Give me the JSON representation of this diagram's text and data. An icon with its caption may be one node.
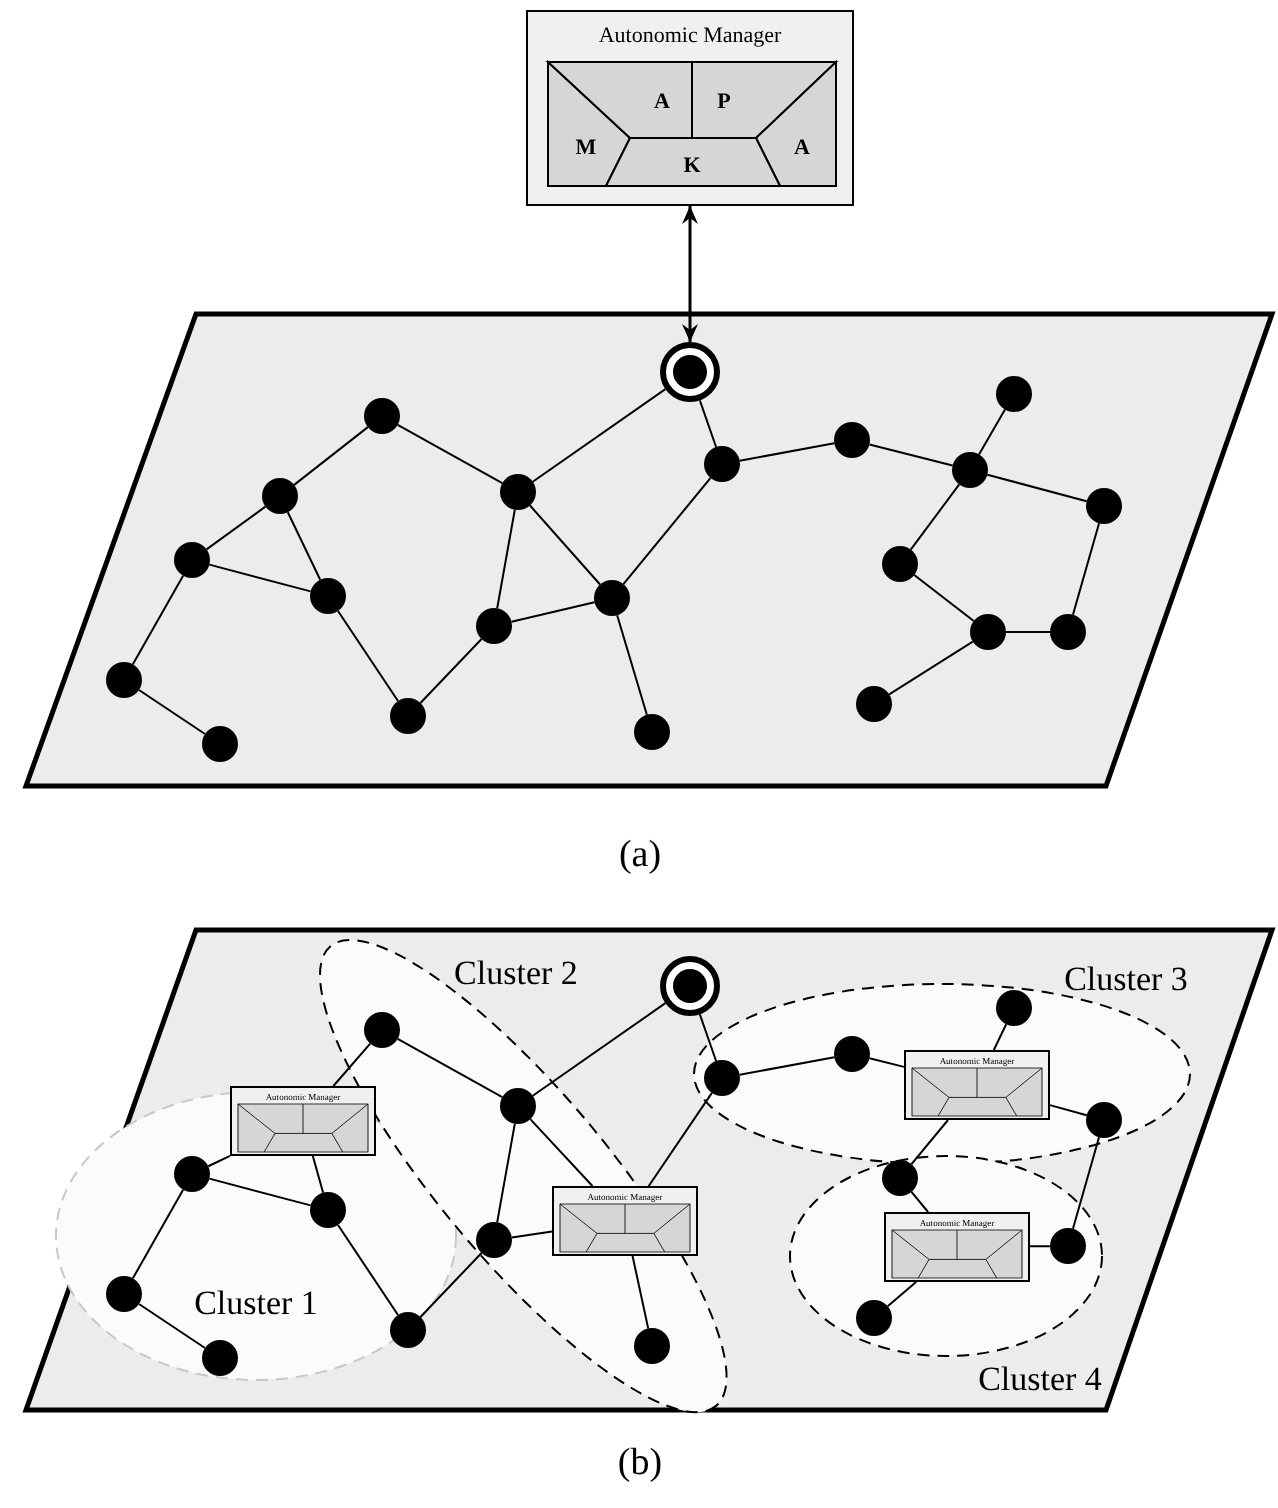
{
  "diagram": {
    "nodes": [
      {
        "text": [
          "Autonomic Manager"
        ]
      },
      {
        "text": [
          "M"
        ],
        "in": 0
      },
      {
        "text": [
          "A"
        ],
        "in": 0
      },
      {
        "text": [
          "P"
        ],
        "in": 0
      },
      {
        "text": [
          "A"
        ],
        "in": 0
      },
      {
        "text": [
          "K"
        ],
        "in": 0
      },
      {
        "text": [],
        "shape": "parallelogram"
      },
      {
        "text": [],
        "shape": "circle",
        "in": 6
      },
      {
        "text": [],
        "shape": "circle",
        "in": 6
      },
      {
        "text": [],
        "shape": "circle",
        "in": 6
      },
      {
        "text": [],
        "shape": "circle",
        "in": 6
      },
      {
        "text": [],
        "shape": "circle",
        "in": 6
      },
      {
        "text": [],
        "shape": "circle",
        "in": 6
      },
      {
        "text": [],
        "shape": "circle",
        "in": 6
      },
      {
        "text": [],
        "shape": "circle",
        "in": 6
      },
      {
        "text": [],
        "shape": "circle",
        "in": 6
      },
      {
        "text": [],
        "shape": "circle",
        "in": 6
      },
      {
        "text": [],
        "shape": "circle",
        "in": 6
      },
      {
        "text": [],
        "shape": "circle",
        "in": 6
      },
      {
        "text": [],
        "shape": "circle",
        "in": 6
      },
      {
        "text": [],
        "shape": "circle",
        "in": 6
      },
      {
        "text": [],
        "shape": "circle",
        "in": 6
      },
      {
        "text": [],
        "shape": "circle",
        "in": 6
      },
      {
        "text": [],
        "shape": "circle",
        "in": 6
      },
      {
        "text": [],
        "shape": "circle",
        "in": 6
      },
      {
        "text": [],
        "shape": "circle",
        "in": 6
      },
      {
        "text": [],
        "shape": "circle",
        "in": 6
      },
      {
        "text": [],
        "shape": "circle",
        "in": 6
      },
      {
        "text": [],
        "shape": "parallelogram"
      },
      {
        "text": [
          "Cluster 1"
        ],
        "in": 28
      },
      {
        "text": [
          "Cluster 2"
        ],
        "in": 28
      },
      {
        "text": [
          "Cluster 3"
        ],
        "in": 28
      },
      {
        "text": [
          "Cluster 4"
        ],
        "in": 28
      },
      {
        "text": [],
        "shape": "circle",
        "in": 28
      },
      {
        "text": [],
        "shape": "circle",
        "in": 30
      },
      {
        "text": [
          "Autonomic Manager"
        ],
        "in": 29
      },
      {
        "text": [],
        "shape": "circle",
        "in": 29
      },
      {
        "text": [],
        "shape": "circle",
        "in": 29
      },
      {
        "text": [],
        "shape": "circle",
        "in": 29
      },
      {
        "text": [],
        "shape": "circle",
        "in": 29
      },
      {
        "text": [],
        "shape": "circle",
        "in": 30
      },
      {
        "text": [],
        "shape": "circle",
        "in": 31
      },
      {
        "text": [],
        "shape": "circle",
        "in": 31
      },
      {
        "text": [
          "Autonomic Manager"
        ],
        "in": 31
      },
      {
        "text": [],
        "shape": "circle",
        "in": 31
      },
      {
        "text": [],
        "shape": "circle",
        "in": 31
      },
      {
        "text": [],
        "shape": "circle",
        "in": 32
      },
      {
        "text": [
          "Autonomic Manager"
        ],
        "in": 32
      },
      {
        "text": [],
        "shape": "circle",
        "in": 32
      },
      {
        "text": [],
        "shape": "circle",
        "in": 32
      },
      {
        "text": [
          "Autonomic Manager"
        ],
        "in": 30
      },
      {
        "text": [],
        "shape": "circle",
        "in": 30
      },
      {
        "text": [],
        "shape": "circle",
        "in": 29
      },
      {
        "text": [],
        "shape": "circle",
        "in": 30
      }
    ],
    "edges": [
      {
        "from": 0,
        "to": 7,
        "arrow": "both"
      },
      {
        "from": 8,
        "to": 9,
        "arrow": "none"
      },
      {
        "from": 8,
        "to": 14,
        "arrow": "none"
      },
      {
        "from": 9,
        "to": 10,
        "arrow": "none"
      },
      {
        "from": 9,
        "to": 11,
        "arrow": "none"
      },
      {
        "from": 10,
        "to": 11,
        "arrow": "none"
      },
      {
        "from": 10,
        "to": 12,
        "arrow": "none"
      },
      {
        "from": 12,
        "to": 13,
        "arrow": "none"
      },
      {
        "from": 11,
        "to": 26,
        "arrow": "none"
      },
      {
        "from": 26,
        "to": 25,
        "arrow": "none"
      },
      {
        "from": 25,
        "to": 14,
        "arrow": "none"
      },
      {
        "from": 14,
        "to": 24,
        "arrow": "none"
      },
      {
        "from": 25,
        "to": 24,
        "arrow": "none"
      },
      {
        "from": 24,
        "to": 27,
        "arrow": "none"
      },
      {
        "from": 14,
        "to": 7,
        "arrow": "none"
      },
      {
        "from": 7,
        "to": 15,
        "arrow": "none"
      },
      {
        "from": 15,
        "to": 24,
        "arrow": "none"
      },
      {
        "from": 15,
        "to": 16,
        "arrow": "none"
      },
      {
        "from": 16,
        "to": 17,
        "arrow": "none"
      },
      {
        "from": 17,
        "to": 18,
        "arrow": "none"
      },
      {
        "from": 17,
        "to": 19,
        "arrow": "none"
      },
      {
        "from": 17,
        "to": 20,
        "arrow": "none"
      },
      {
        "from": 20,
        "to": 21,
        "arrow": "none"
      },
      {
        "from": 21,
        "to": 22,
        "arrow": "none"
      },
      {
        "from": 22,
        "to": 19,
        "arrow": "none"
      },
      {
        "from": 21,
        "to": 23,
        "arrow": "none"
      },
      {
        "from": 34,
        "to": 35,
        "arrow": "none"
      },
      {
        "from": 34,
        "to": 40,
        "arrow": "none"
      },
      {
        "from": 35,
        "to": 36,
        "arrow": "none"
      },
      {
        "from": 35,
        "to": 37,
        "arrow": "none"
      },
      {
        "from": 36,
        "to": 37,
        "arrow": "none"
      },
      {
        "from": 36,
        "to": 38,
        "arrow": "none"
      },
      {
        "from": 38,
        "to": 39,
        "arrow": "none"
      },
      {
        "from": 37,
        "to": 52,
        "arrow": "none"
      },
      {
        "from": 52,
        "to": 51,
        "arrow": "none"
      },
      {
        "from": 51,
        "to": 40,
        "arrow": "none"
      },
      {
        "from": 40,
        "to": 50,
        "arrow": "none"
      },
      {
        "from": 51,
        "to": 50,
        "arrow": "none"
      },
      {
        "from": 50,
        "to": 53,
        "arrow": "none"
      },
      {
        "from": 40,
        "to": 33,
        "arrow": "none"
      },
      {
        "from": 33,
        "to": 41,
        "arrow": "none"
      },
      {
        "from": 41,
        "to": 50,
        "arrow": "none"
      },
      {
        "from": 41,
        "to": 42,
        "arrow": "none"
      },
      {
        "from": 42,
        "to": 43,
        "arrow": "none"
      },
      {
        "from": 43,
        "to": 44,
        "arrow": "none"
      },
      {
        "from": 43,
        "to": 45,
        "arrow": "none"
      },
      {
        "from": 43,
        "to": 46,
        "arrow": "none"
      },
      {
        "from": 46,
        "to": 47,
        "arrow": "none"
      },
      {
        "from": 47,
        "to": 48,
        "arrow": "none"
      },
      {
        "from": 48,
        "to": 45,
        "arrow": "none"
      },
      {
        "from": 47,
        "to": 49,
        "arrow": "none"
      }
    ],
    "labels": [
      "(a)",
      "(b)"
    ]
  }
}
